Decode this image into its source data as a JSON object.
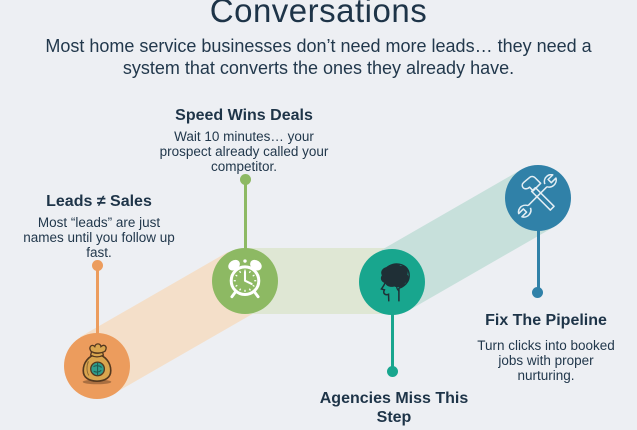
{
  "title": "Conversations",
  "subtitle": "Most home service businesses don’t need more leads… they need a system that converts the ones they already have.",
  "palette": {
    "background": "#EDEFF3",
    "text_dark": "#1E3448",
    "orange": "#EC9C5D",
    "orange_band": "#F4DFC9",
    "green": "#8DB963",
    "green_band": "#DFE7D4",
    "teal": "#18A68E",
    "teal_band": "#C7E0DB",
    "blue": "#3081A8"
  },
  "milestones": [
    {
      "heading": "Leads ≠ Sales",
      "body": "Most “leads” are just names until you follow up fast.",
      "icon": "money-bag-icon",
      "color": "#EC9C5D"
    },
    {
      "heading": "Speed Wins Deals",
      "body": "Wait 10 minutes… your prospect already called your competitor.",
      "icon": "alarm-clock-icon",
      "color": "#8DB963"
    },
    {
      "heading": "Agencies Miss This Step",
      "body": "",
      "icon": "brain-head-icon",
      "color": "#18A68E"
    },
    {
      "heading": "Fix The Pipeline",
      "body": "Turn clicks into booked jobs with proper nurturing.",
      "icon": "hammer-wrench-icon",
      "color": "#3081A8"
    }
  ]
}
